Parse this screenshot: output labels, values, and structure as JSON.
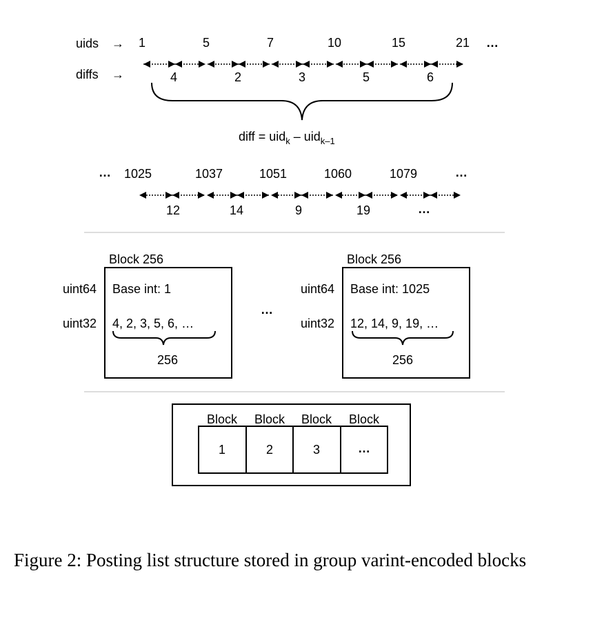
{
  "row1": {
    "uids_label": "uids",
    "uids_arrow": "→",
    "diffs_label": "diffs",
    "diffs_arrow": "→",
    "uids": [
      "1",
      "5",
      "7",
      "10",
      "15",
      "21"
    ],
    "uids_trailing": "…",
    "diffs": [
      "4",
      "2",
      "3",
      "5",
      "6"
    ],
    "formula": {
      "prefix": "diff = uid",
      "sub1": "k",
      "middle": " – uid",
      "sub2": "k–1"
    }
  },
  "row2": {
    "leading": "…",
    "uids": [
      "1025",
      "1037",
      "1051",
      "1060",
      "1079"
    ],
    "trailing": "…",
    "diffs": [
      "12",
      "14",
      "9",
      "19",
      "…"
    ]
  },
  "blocks": [
    {
      "title": "Block 256",
      "type_base": "uint64",
      "base_text": "Base int: 1",
      "type_diffs": "uint32",
      "diffs_text": "4, 2, 3, 5, 6, …",
      "count": "256"
    },
    {
      "title": "Block 256",
      "type_base": "uint64",
      "base_text": "Base int: 1025",
      "type_diffs": "uint32",
      "diffs_text": "12, 14, 9, 19, …",
      "count": "256"
    }
  ],
  "blocks_ellipsis": "…",
  "list": {
    "headers": [
      "Block",
      "Block",
      "Block",
      "Block"
    ],
    "cells": [
      "1",
      "2",
      "3",
      "…"
    ]
  },
  "caption": "Figure 2: Posting list structure stored in group varint-encoded blocks"
}
